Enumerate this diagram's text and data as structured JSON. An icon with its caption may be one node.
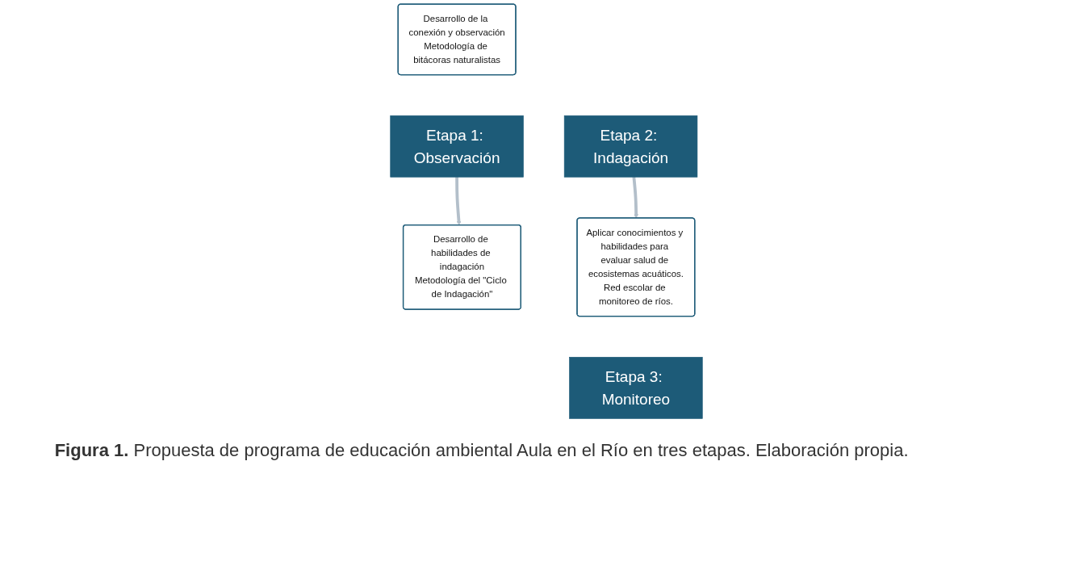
{
  "diagram": {
    "caption": "**Figura 1.** Propuesta de programa de educación ambiental Aula en el Río en tres etapas. Elaboración propia.",
    "nodes": [
      {
        "text": [
          "Etapa 1: Observación"
        ]
      },
      {
        "text": [
          "Desarrollo de la conexión y observación",
          "Metodología de bitácoras naturalistas"
        ]
      },
      {
        "text": [
          "Etapa 2: Indagación"
        ]
      },
      {
        "text": [
          "Desarrollo de habilidades de indagación",
          "Metodología del \"Ciclo de Indagación\""
        ]
      },
      {
        "text": [
          "Etapa 3: Monitoreo"
        ]
      },
      {
        "text": [
          "Aplicar conocimientos y habilidades para evaluar salud de ecosistemas acuáticos.",
          "Red escolar de monitoreo de ríos."
        ]
      }
    ],
    "edges": [
      {
        "from": 0,
        "to": 3,
        "arrow": "to"
      },
      {
        "from": 2,
        "to": 5,
        "arrow": "to"
      }
    ]
  }
}
